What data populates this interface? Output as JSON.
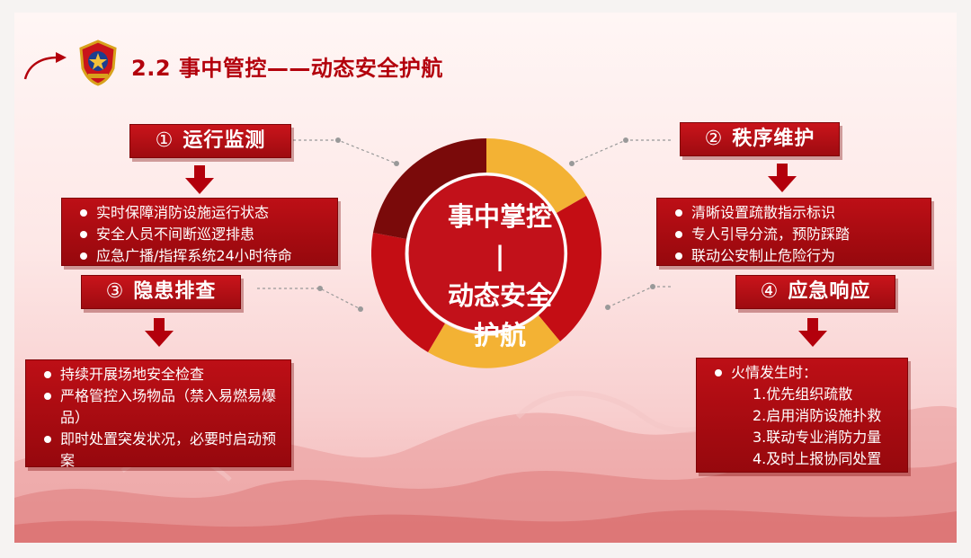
{
  "title": "2.2 事中管控——动态安全护航",
  "center": {
    "line1": "事中掌控",
    "line2": "|",
    "line3": "动态安全",
    "line4": "护航"
  },
  "sections": {
    "s1": {
      "number": "①",
      "label": "运行监测",
      "items": [
        "实时保障消防设施运行状态",
        "安全人员不间断巡逻排患",
        "应急广播/指挥系统24小时待命"
      ]
    },
    "s2": {
      "number": "②",
      "label": "秩序维护",
      "items": [
        "清晰设置疏散指示标识",
        "专人引导分流，预防踩踏",
        "联动公安制止危险行为"
      ]
    },
    "s3": {
      "number": "③",
      "label": "隐患排查",
      "items": [
        "持续开展场地安全检查",
        "严格管控入场物品（禁入易燃易爆品）",
        "即时处置突发状况，必要时启动预案"
      ]
    },
    "s4": {
      "number": "④",
      "label": "应急响应",
      "lead": "火情发生时：",
      "steps": [
        "1.优先组织疏散",
        "2.启用消防设施扑救",
        "3.联动专业消防力量",
        "4.及时上报协同处置"
      ]
    }
  },
  "colors": {
    "accent_red": "#b3000c",
    "dark_red": "#7a0a0a",
    "gold": "#f3b234"
  },
  "icons": [
    "curved-arrow-icon",
    "police-emblem-icon",
    "down-arrow-icon"
  ]
}
